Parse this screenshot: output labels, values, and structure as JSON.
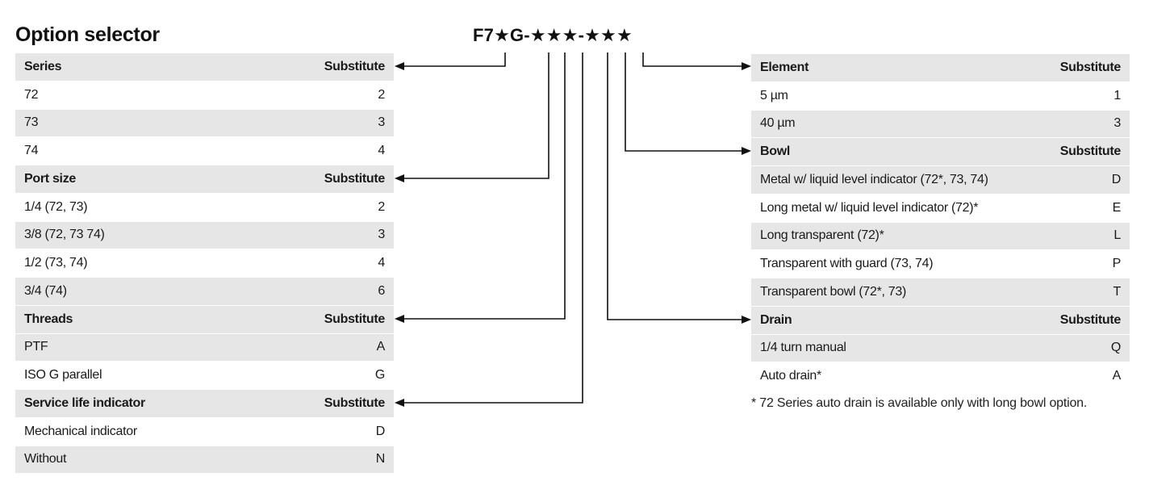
{
  "title": "Option selector",
  "model_code": "F7★G-★★★-★★★",
  "left_sections": [
    {
      "header": "Series",
      "substitute_label": "Substitute",
      "options": [
        {
          "label": "72",
          "code": "2"
        },
        {
          "label": "73",
          "code": "3"
        },
        {
          "label": "74",
          "code": "4"
        }
      ]
    },
    {
      "header": "Port size",
      "substitute_label": "Substitute",
      "options": [
        {
          "label": "1/4 (72, 73)",
          "code": "2"
        },
        {
          "label": "3/8 (72, 73 74)",
          "code": "3"
        },
        {
          "label": "1/2 (73, 74)",
          "code": "4"
        },
        {
          "label": "3/4 (74)",
          "code": "6"
        }
      ]
    },
    {
      "header": "Threads",
      "substitute_label": "Substitute",
      "options": [
        {
          "label": "PTF",
          "code": "A"
        },
        {
          "label": "ISO G parallel",
          "code": "G"
        }
      ]
    },
    {
      "header": "Service life indicator",
      "substitute_label": "Substitute",
      "options": [
        {
          "label": "Mechanical indicator",
          "code": "D"
        },
        {
          "label": "Without",
          "code": "N"
        }
      ]
    }
  ],
  "right_sections": [
    {
      "header": "Element",
      "substitute_label": "Substitute",
      "options": [
        {
          "label": "5 µm",
          "code": "1"
        },
        {
          "label": "40 µm",
          "code": "3"
        }
      ]
    },
    {
      "header": "Bowl",
      "substitute_label": "Substitute",
      "options": [
        {
          "label": "Metal w/ liquid level indicator (72*, 73, 74)",
          "code": "D"
        },
        {
          "label": "Long metal w/ liquid level indicator (72)*",
          "code": "E"
        },
        {
          "label": "Long transparent (72)*",
          "code": "L"
        },
        {
          "label": "Transparent with guard (73, 74)",
          "code": "P"
        },
        {
          "label": "Transparent bowl (72*, 73)",
          "code": "T"
        }
      ]
    },
    {
      "header": "Drain",
      "substitute_label": "Substitute",
      "options": [
        {
          "label": "1/4 turn manual",
          "code": "Q"
        },
        {
          "label": "Auto drain*",
          "code": "A"
        }
      ]
    }
  ],
  "footnote": "* 72 Series auto drain is available only with long bowl option.",
  "colors": {
    "row_shade": "#e6e6e6",
    "row_plain": "#ffffff",
    "text": "#111111"
  }
}
